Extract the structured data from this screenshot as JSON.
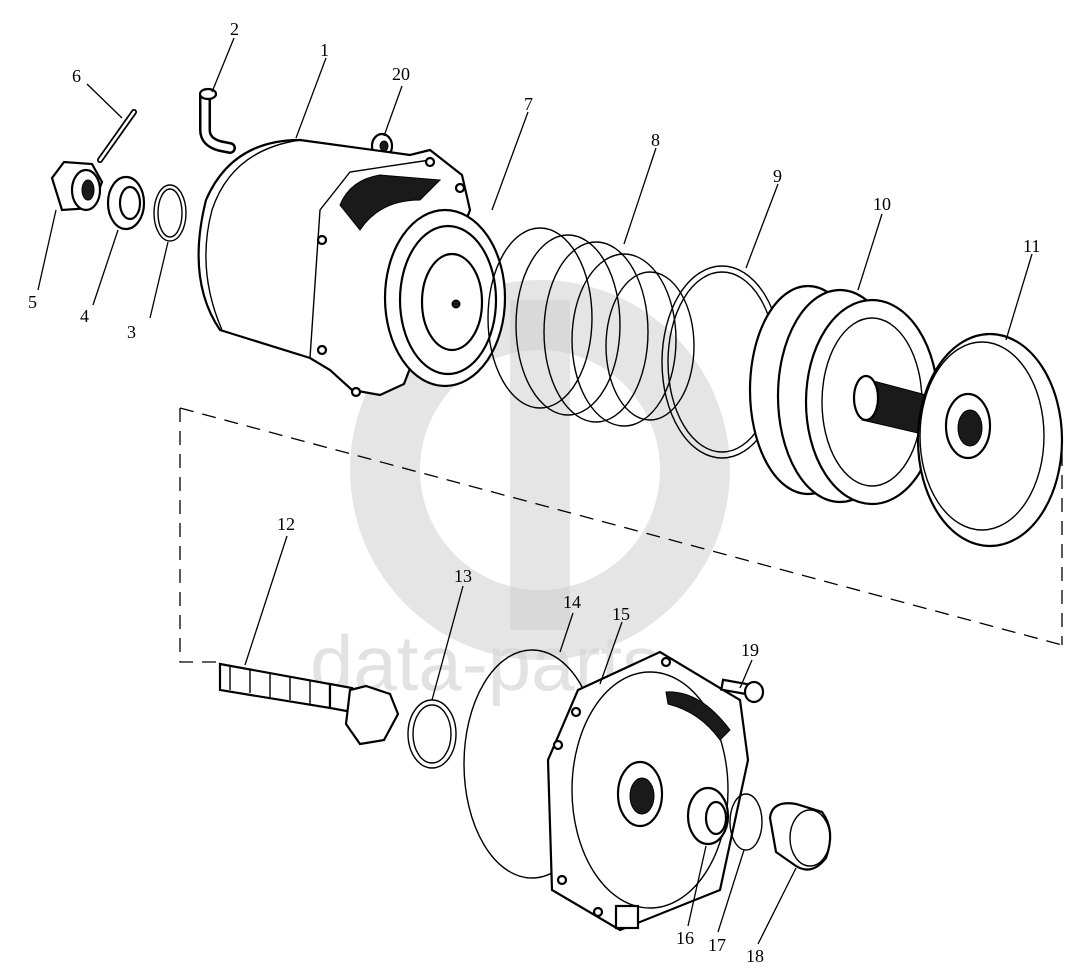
{
  "watermark": {
    "text": "data-parts",
    "color": "#cfcfcf"
  },
  "callouts": [
    {
      "id": "c1",
      "label": "1"
    },
    {
      "id": "c2",
      "label": "2"
    },
    {
      "id": "c3",
      "label": "3"
    },
    {
      "id": "c4",
      "label": "4"
    },
    {
      "id": "c5",
      "label": "5"
    },
    {
      "id": "c6",
      "label": "6"
    },
    {
      "id": "c7",
      "label": "7"
    },
    {
      "id": "c8",
      "label": "8"
    },
    {
      "id": "c9",
      "label": "9"
    },
    {
      "id": "c10",
      "label": "10"
    },
    {
      "id": "c11",
      "label": "11"
    },
    {
      "id": "c12",
      "label": "12"
    },
    {
      "id": "c13",
      "label": "13"
    },
    {
      "id": "c14",
      "label": "14"
    },
    {
      "id": "c15",
      "label": "15"
    },
    {
      "id": "c16",
      "label": "16"
    },
    {
      "id": "c17",
      "label": "17"
    },
    {
      "id": "c18",
      "label": "18"
    },
    {
      "id": "c19",
      "label": "19"
    },
    {
      "id": "c20",
      "label": "20"
    }
  ]
}
